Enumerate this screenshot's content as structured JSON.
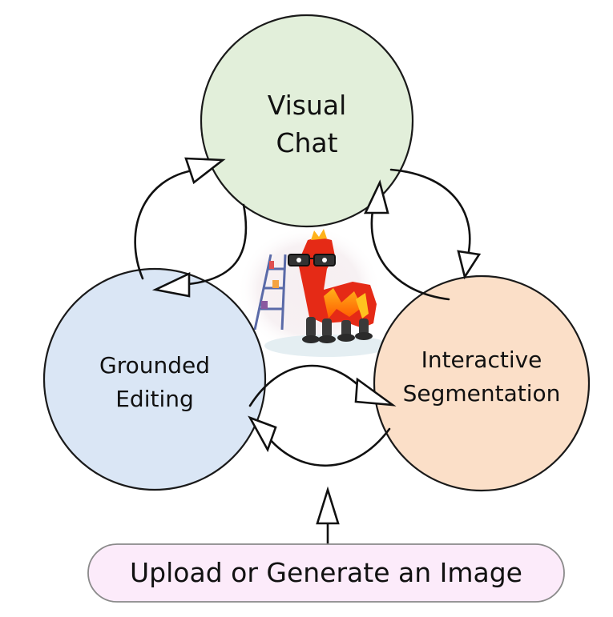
{
  "diagram": {
    "nodes": [
      {
        "id": "visual_chat",
        "lines": [
          "Visual",
          "Chat"
        ],
        "fill": "#e2efda",
        "stroke": "#1a1a1a"
      },
      {
        "id": "grounded_editing",
        "lines": [
          "Grounded",
          "Editing"
        ],
        "fill": "#dae6f5",
        "stroke": "#1a1a1a"
      },
      {
        "id": "interactive_segmentation",
        "lines": [
          "Interactive",
          "Segmentation"
        ],
        "fill": "#fbdfc8",
        "stroke": "#1a1a1a"
      }
    ],
    "input": {
      "label": "Upload or Generate an Image",
      "fill": "#fcebfa",
      "stroke": "#8a8a8a"
    },
    "edges": [
      {
        "from": "visual_chat",
        "to": "interactive_segmentation"
      },
      {
        "from": "interactive_segmentation",
        "to": "visual_chat"
      },
      {
        "from": "grounded_editing",
        "to": "visual_chat"
      },
      {
        "from": "visual_chat",
        "to": "grounded_editing"
      },
      {
        "from": "grounded_editing",
        "to": "interactive_segmentation"
      },
      {
        "from": "interactive_segmentation",
        "to": "grounded_editing"
      },
      {
        "from": "input",
        "to": "center"
      }
    ],
    "center_image": "mascot-illustration"
  }
}
